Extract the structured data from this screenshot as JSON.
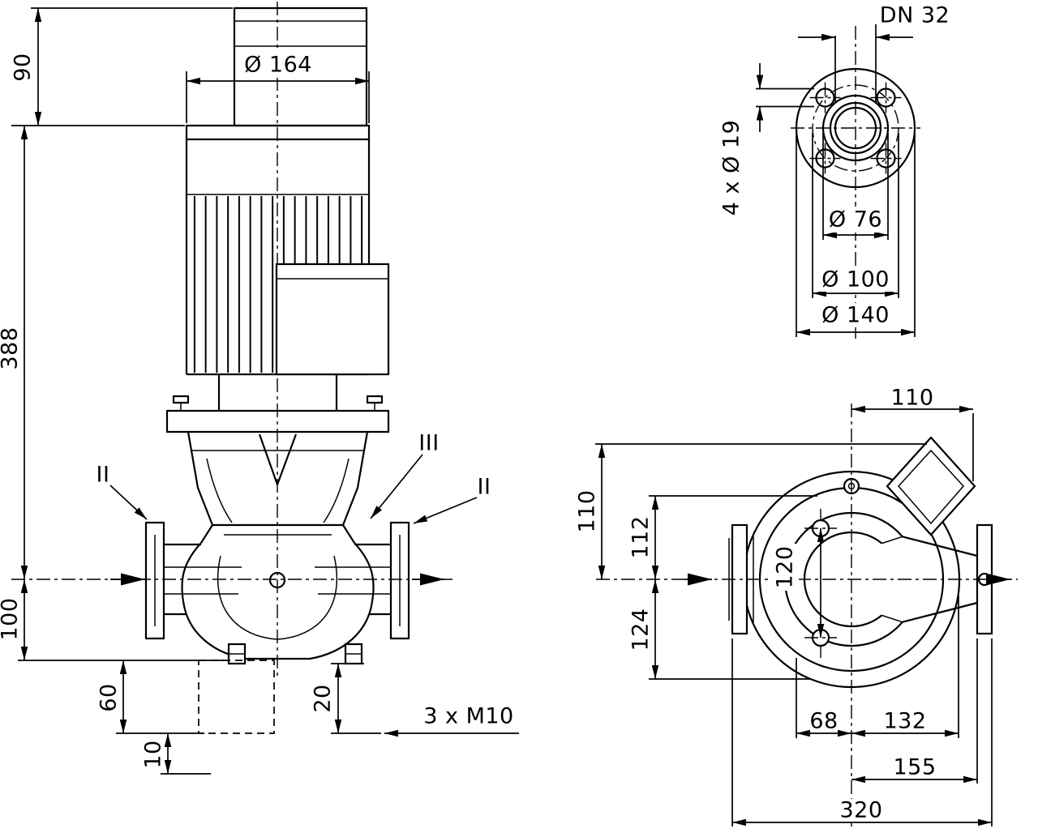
{
  "colors": {
    "line": "#000000",
    "background": "#ffffff"
  },
  "views": {
    "front": {
      "dims": {
        "top_height": "90",
        "motor_diameter": "Ø 164",
        "total_height": "388",
        "port_axis_height": "100",
        "foot_offset": "60",
        "pad_height": "10",
        "drain_offset": "20",
        "drain_plugs": "3 x M10"
      },
      "sections": {
        "left": "II",
        "right": "II",
        "middle": "III"
      }
    },
    "flange": {
      "dims": {
        "nominal_bore": "DN 32",
        "bolt_holes": "4 x Ø 19",
        "raised_face": "Ø 76",
        "bolt_circle": "Ø 100",
        "outer_diameter": "Ø 140"
      }
    },
    "plan": {
      "dims": {
        "center_to_flange_top": "110",
        "box_top_to_axis": "110",
        "axis_up": "112",
        "gauge_ports": "120",
        "axis_down": "124",
        "left_of_center": "68",
        "center_to_casing": "132",
        "center_to_flange_inner": "155",
        "port_to_port": "320"
      }
    }
  }
}
